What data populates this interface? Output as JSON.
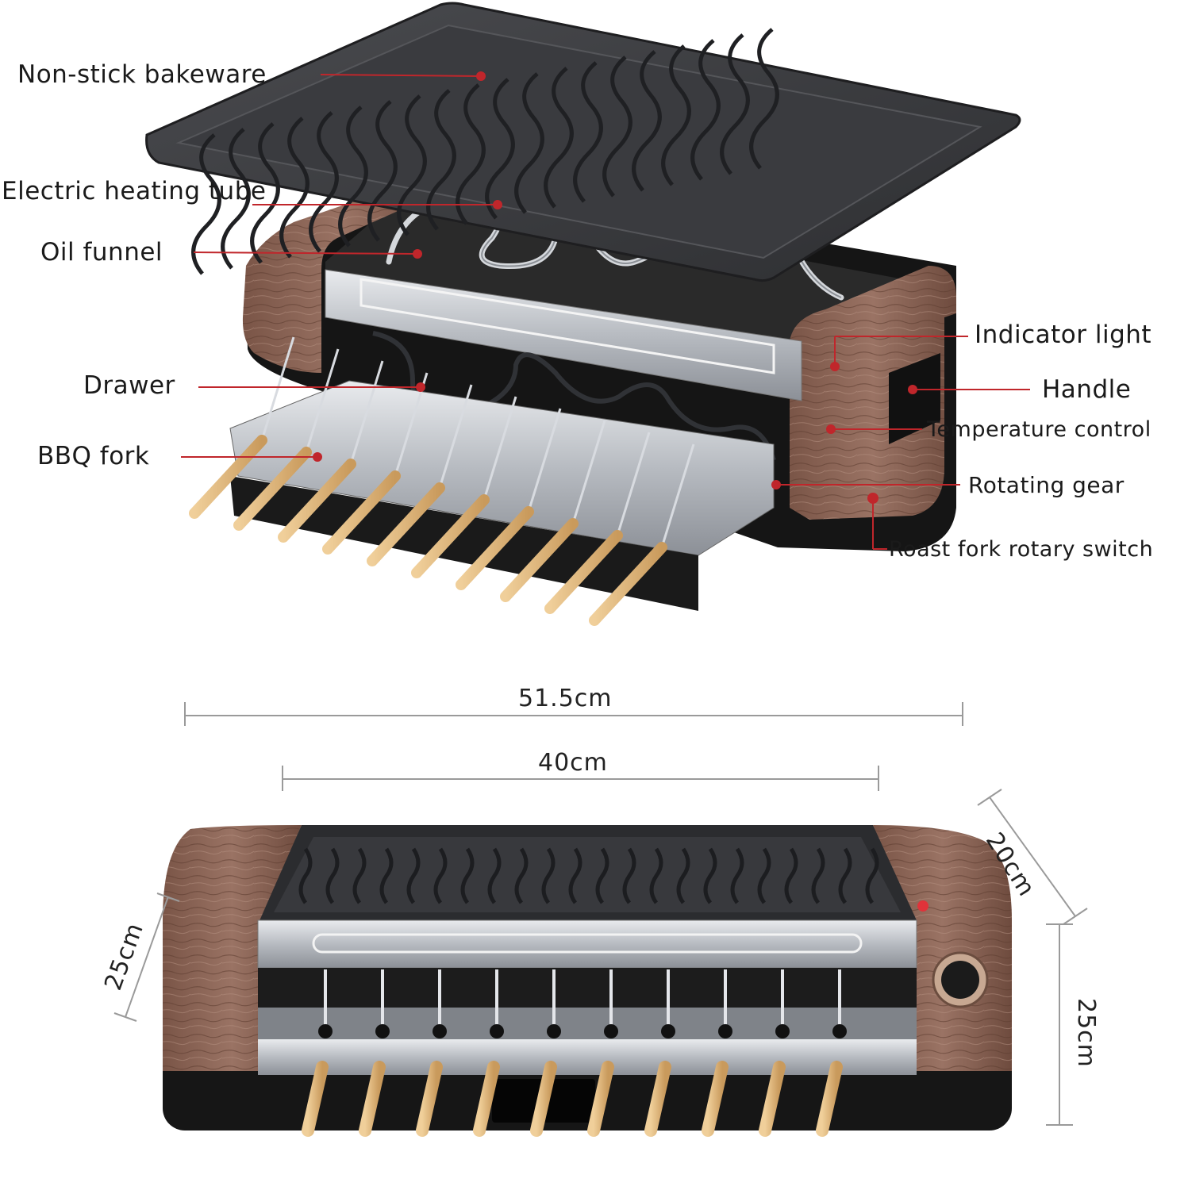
{
  "labels": {
    "non_stick_bakeware": "Non-stick bakeware",
    "electric_heating_tube": "Electric heating tube",
    "oil_funnel": "Oil funnel",
    "drawer": "Drawer",
    "bbq_fork": "BBQ fork",
    "indicator_light": "Indicator light",
    "handle": "Handle",
    "temperature_control": "Temperature control",
    "rotating_gear": "Rotating gear",
    "roast_fork_rotary_switch": "Roast fork rotary switch"
  },
  "dimensions": {
    "overall_length": "51.5cm",
    "plate_length": "40cm",
    "depth_top": "20cm",
    "height_left": "25cm",
    "height_right": "25cm"
  },
  "colors": {
    "leader_line": "#c0262b",
    "wood": "#8a6556",
    "plate": "#3c3d40",
    "base": "#151515",
    "steel": "#c9ccd0",
    "skewer_handle": "#e2bb82"
  }
}
